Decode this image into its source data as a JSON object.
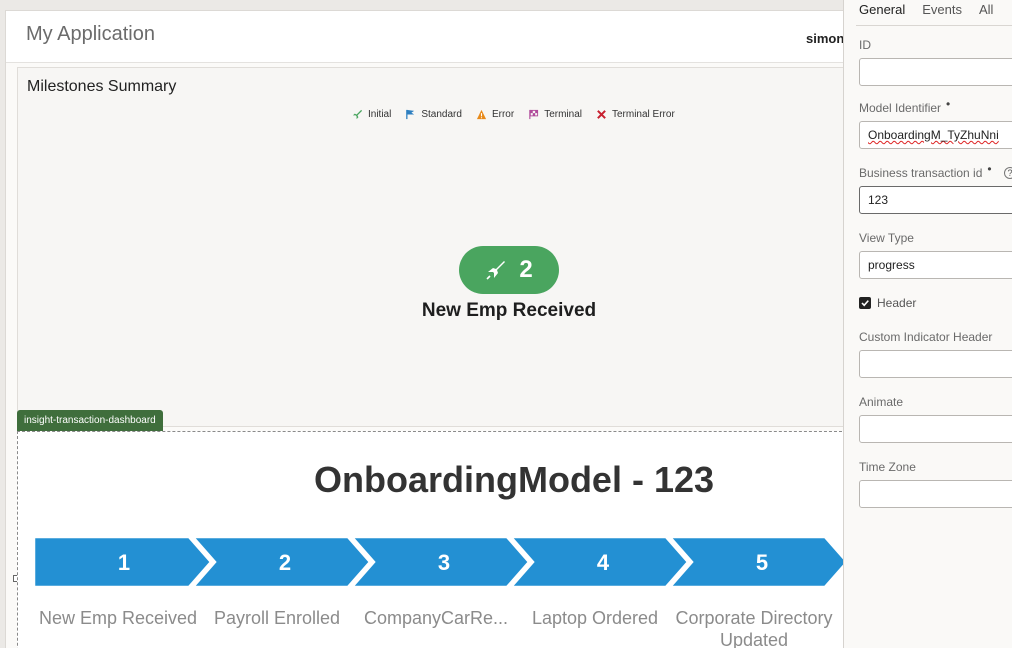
{
  "app": {
    "title": "My Application",
    "user": "simon"
  },
  "milestones": {
    "title": "Milestones Summary",
    "legend": [
      {
        "label": "Initial",
        "icon": "rocket-icon",
        "color": "#4aa55f"
      },
      {
        "label": "Standard",
        "icon": "flag-icon",
        "color": "#2d7fc0"
      },
      {
        "label": "Error",
        "icon": "warning-icon",
        "color": "#e88a1a"
      },
      {
        "label": "Terminal",
        "icon": "checkered-flag-icon",
        "color": "#b04a9a"
      },
      {
        "label": "Terminal Error",
        "icon": "x-icon",
        "color": "#c8202f"
      }
    ],
    "current": {
      "count": "2",
      "label": "New Emp Received",
      "color": "#4aa55f"
    }
  },
  "dashboard": {
    "component_tag": "insight-transaction-dashboard",
    "title": "OnboardingModel - 123",
    "step_color": "#2390d3",
    "steps": [
      {
        "num": "1",
        "label": "New Emp Received"
      },
      {
        "num": "2",
        "label": "Payroll Enrolled"
      },
      {
        "num": "3",
        "label": "CompanyCarRe..."
      },
      {
        "num": "4",
        "label": "Laptop Ordered"
      },
      {
        "num": "5",
        "label": "Corporate Directory Updated"
      }
    ]
  },
  "properties": {
    "tabs": [
      "General",
      "Events",
      "All"
    ],
    "active_tab": "General",
    "id_label": "ID",
    "id_value": "",
    "model_identifier_label": "Model Identifier",
    "model_identifier_value": "OnboardingM_TyZhuNni",
    "business_tx_label": "Business transaction id",
    "business_tx_value": "123",
    "view_type_label": "View Type",
    "view_type_value": "progress",
    "header_label": "Header",
    "header_checked": true,
    "custom_indicator_label": "Custom Indicator Header",
    "custom_indicator_value": "",
    "animate_label": "Animate",
    "animate_value": "",
    "timezone_label": "Time Zone",
    "timezone_value": "",
    "required_marker": "•",
    "help_glyph": "?"
  }
}
